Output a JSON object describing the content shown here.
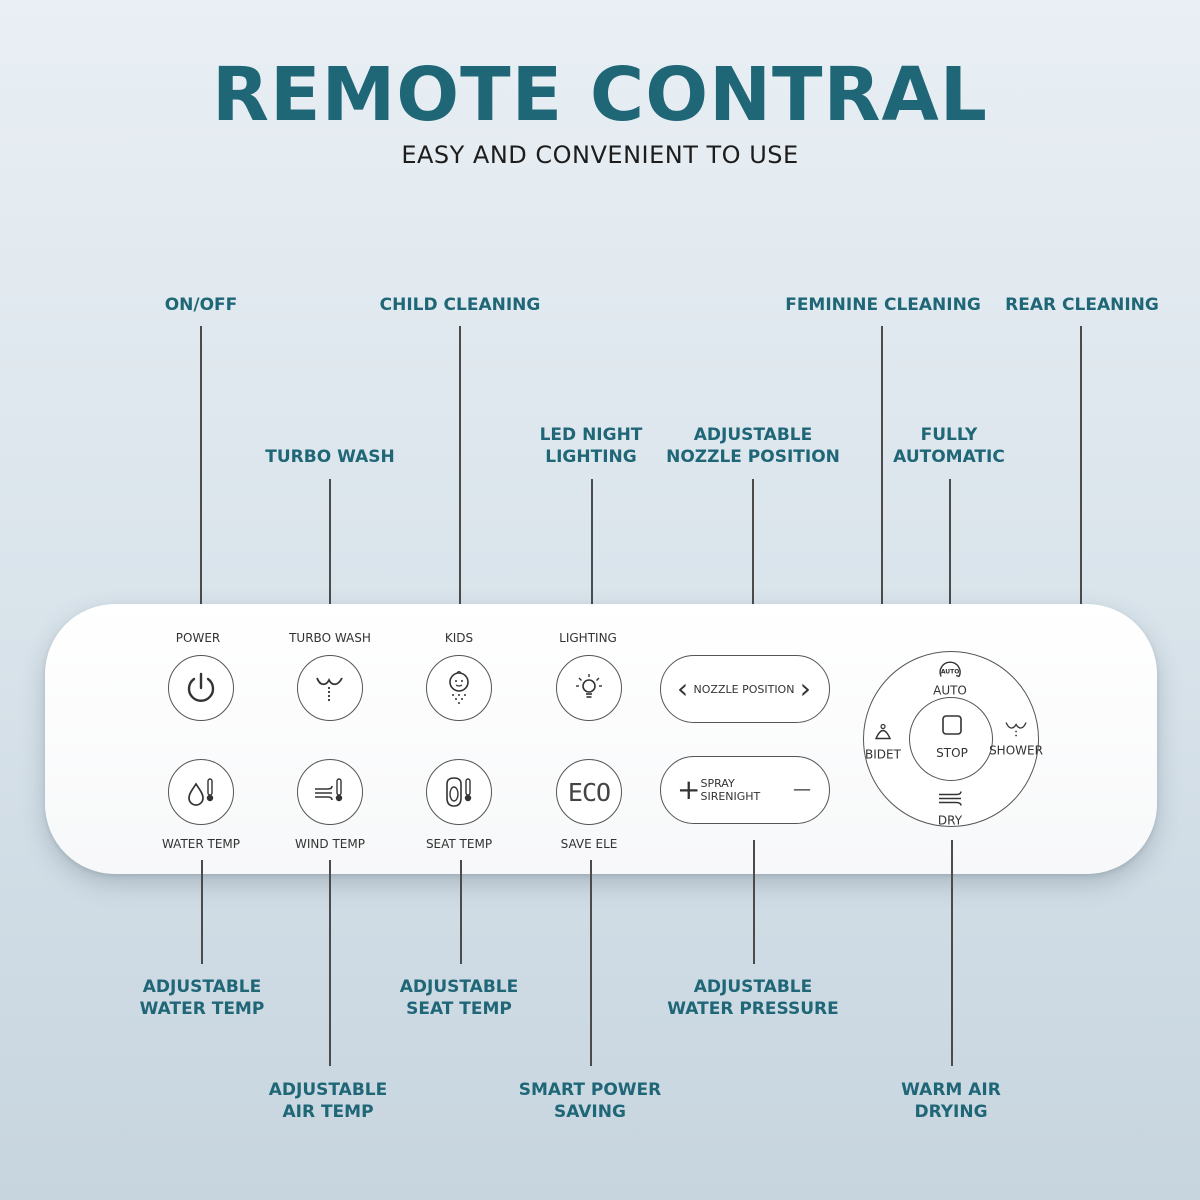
{
  "header": {
    "title": "REMOTE CONTRAL",
    "subtitle": "EASY AND CONVENIENT TO USE"
  },
  "callouts": {
    "on_off": "ON/OFF",
    "child_cleaning": "CHILD CLEANING",
    "feminine_cleaning": "FEMININE CLEANING",
    "rear_cleaning": "REAR CLEANING",
    "turbo_wash": "TURBO WASH",
    "led_night_lighting": [
      "LED NIGHT",
      "LIGHTING"
    ],
    "adjustable_nozzle_position": [
      "ADJUSTABLE",
      "NOZZLE POSITION"
    ],
    "fully_automatic": [
      "FULLY",
      "AUTOMATIC"
    ],
    "adjustable_water_temp": [
      "ADJUSTABLE",
      "WATER TEMP"
    ],
    "adjustable_seat_temp": [
      "ADJUSTABLE",
      "SEAT TEMP"
    ],
    "adjustable_water_pressure": [
      "ADJUSTABLE",
      "WATER PRESSURE"
    ],
    "adjustable_air_temp": [
      "ADJUSTABLE",
      "AIR TEMP"
    ],
    "smart_power_saving": [
      "SMART POWER",
      "SAVING"
    ],
    "warm_air_drying": [
      "WARM AIR",
      "DRYING"
    ]
  },
  "remote": {
    "top_row": [
      {
        "label": "POWER",
        "icon": "power-icon"
      },
      {
        "label": "TURBO WASH",
        "icon": "turbo-wash-icon"
      },
      {
        "label": "KIDS",
        "icon": "kids-icon"
      },
      {
        "label": "LIGHTING",
        "icon": "lighting-icon"
      }
    ],
    "bottom_row": [
      {
        "label": "WATER TEMP",
        "icon": "water-temp-icon"
      },
      {
        "label": "WIND TEMP",
        "icon": "wind-temp-icon"
      },
      {
        "label": "SEAT TEMP",
        "icon": "seat-temp-icon"
      },
      {
        "label": "SAVE ELE",
        "icon": "eco-icon",
        "text": "ECO"
      }
    ],
    "nozzle_pill": {
      "label": "NOZZLE POSITION",
      "left": "‹",
      "right": "›"
    },
    "spray_pill": {
      "label": "SPRAY SIRENIGHT",
      "left": "+",
      "right": "—"
    },
    "dial": {
      "auto": "AUTO",
      "auto_badge": "AUTO",
      "bidet": "BIDET",
      "stop": "STOP",
      "shower": "SHOWER",
      "dry": "DRY"
    }
  },
  "colors": {
    "accent": "#1f6677",
    "background_top": "#e9eff4",
    "background_bottom": "#c7d5df",
    "leader_line": "#4b4b4b"
  }
}
